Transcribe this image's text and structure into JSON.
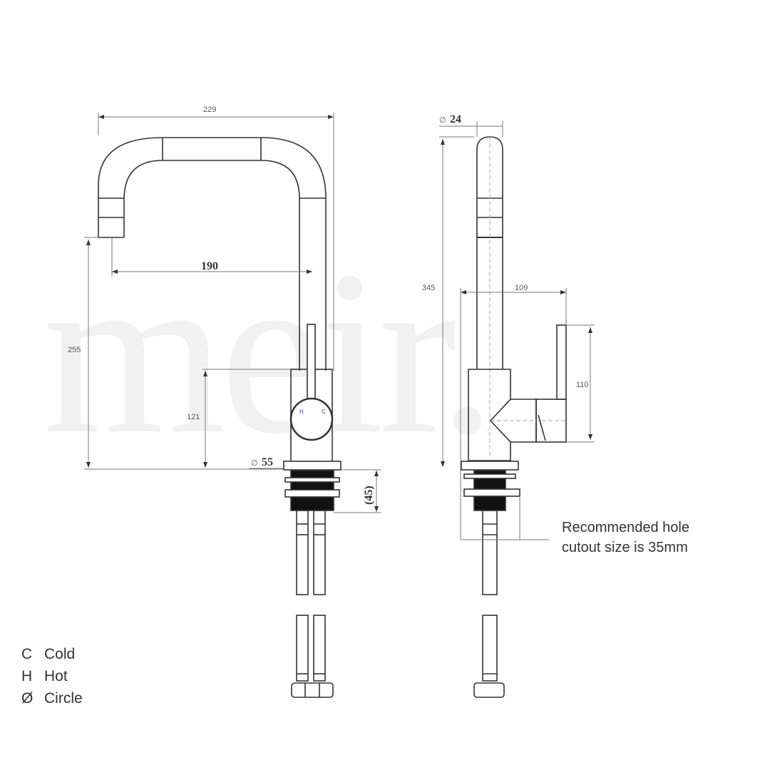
{
  "watermark": {
    "text": "meir."
  },
  "side_view": {
    "dimensions": {
      "overall_width": "229",
      "spout_reach": "190",
      "spout_height": "255",
      "body_height": "121",
      "base_diameter": "55",
      "base_diameter_symbol": "∅",
      "mount_depth": "(45)"
    },
    "handle_marks": {
      "hot": "H",
      "cold": "C"
    }
  },
  "front_view": {
    "dimensions": {
      "spout_diameter": "24",
      "spout_diameter_symbol": "∅",
      "overall_height": "345",
      "handle_reach": "109",
      "handle_height": "110"
    }
  },
  "note": {
    "line1": "Recommended hole",
    "line2": "cutout size is 35mm"
  },
  "legend": [
    {
      "key": "C",
      "label": "Cold"
    },
    {
      "key": "H",
      "label": "Hot"
    },
    {
      "key": "Ø",
      "label": "Circle"
    }
  ],
  "colors": {
    "line": "#333333",
    "dim_line": "#777777",
    "watermark": "#f1f1f1",
    "accent_blue": "#3a3aa0"
  }
}
